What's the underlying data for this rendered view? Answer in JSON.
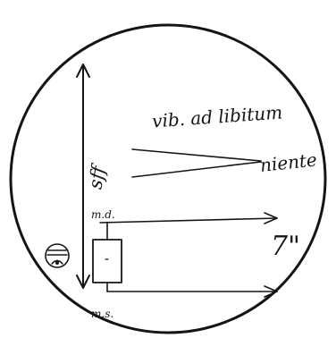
{
  "annotations": {
    "vib": "vib. ad libitum",
    "dynamic": "sff",
    "niente": "niente",
    "md": "m.d.",
    "ms": "m.s.",
    "duration": "7\""
  }
}
